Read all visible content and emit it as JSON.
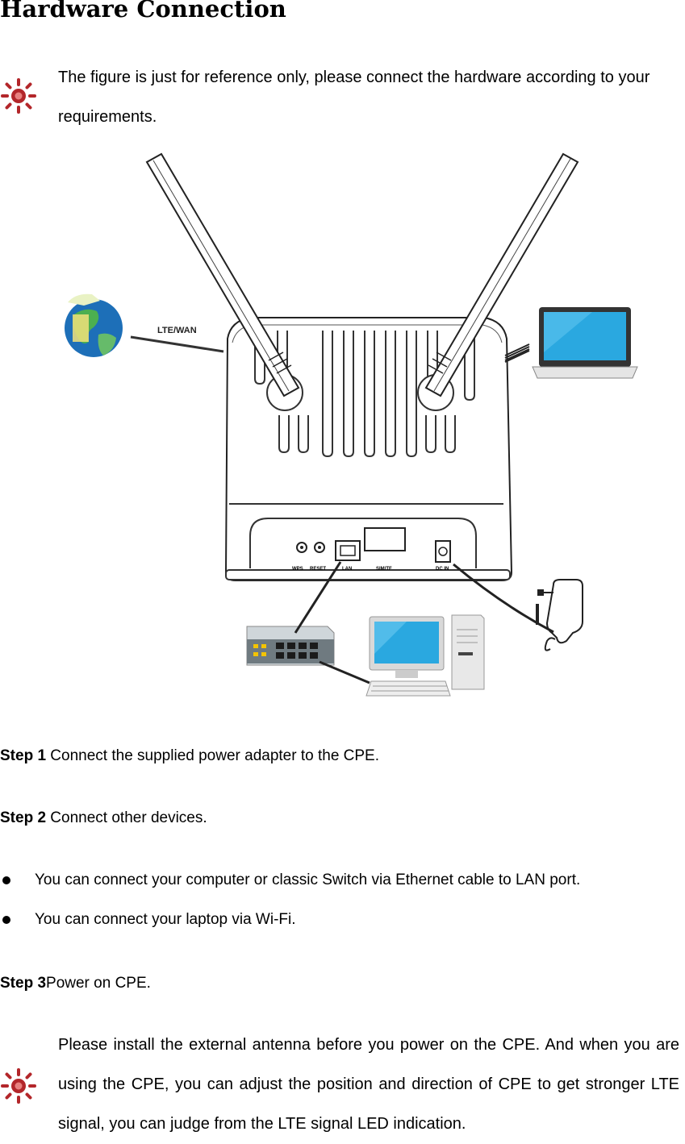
{
  "heading": "Hardware Connection",
  "note1": {
    "icon": "sun-caution-icon",
    "text": "The figure is just for reference only, please connect the hardware according to your requirements."
  },
  "figure": {
    "lte_wan_label": "LTE/WAN",
    "ports": {
      "wps": "WPS",
      "reset": "RESET",
      "lan": "LAN",
      "sim": "SIM/TF",
      "dc": "DC IN"
    }
  },
  "steps": {
    "step1_label": "Step 1",
    "step1_text": " Connect the supplied power adapter to the CPE.",
    "step2_label": "Step 2",
    "step2_text": " Connect other devices.",
    "bullets": [
      "You can connect your computer or classic Switch via Ethernet cable to LAN port.",
      "You can connect your laptop via Wi-Fi."
    ],
    "step3_label": "Step 3",
    "step3_text": "Power on CPE."
  },
  "note2": {
    "icon": "sun-caution-icon",
    "text": "Please install the external antenna before you power on the CPE. And when you are using the CPE, you can adjust the position and direction of CPE to get stronger LTE signal, you can judge from the LTE signal LED indication."
  },
  "colors": {
    "icon_red": "#c0392b"
  }
}
